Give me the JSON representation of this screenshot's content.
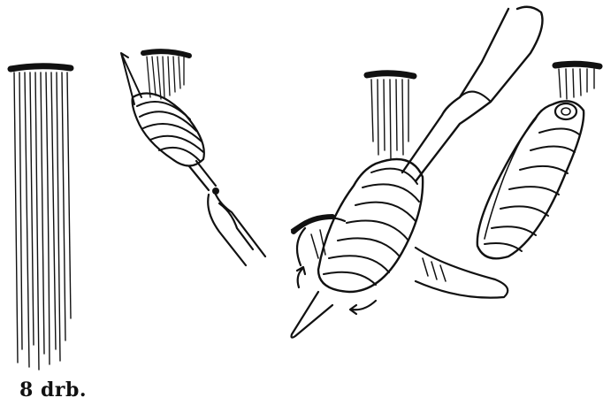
{
  "caption": "8 drb.",
  "colors": {
    "ink": "#111111",
    "paper": "#ffffff"
  },
  "figures": [
    {
      "name": "loose-hair-strands"
    },
    {
      "name": "fork-with-curl"
    },
    {
      "name": "stick-with-curl-rotating"
    },
    {
      "name": "finished-curl"
    }
  ]
}
